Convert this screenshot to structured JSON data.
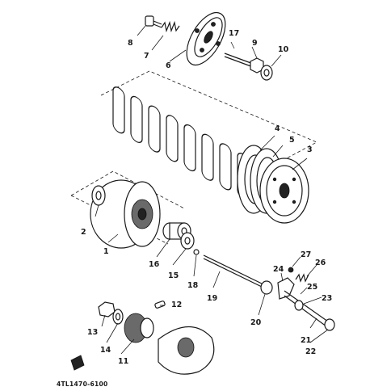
{
  "callouts": [
    "1",
    "2",
    "3",
    "4",
    "5",
    "6",
    "7",
    "8",
    "9",
    "10",
    "11",
    "12",
    "13",
    "14",
    "15",
    "16",
    "17",
    "18",
    "19",
    "20",
    "21",
    "22",
    "23",
    "24",
    "25",
    "26",
    "27"
  ],
  "diagram_code": "4TL1470-6100"
}
